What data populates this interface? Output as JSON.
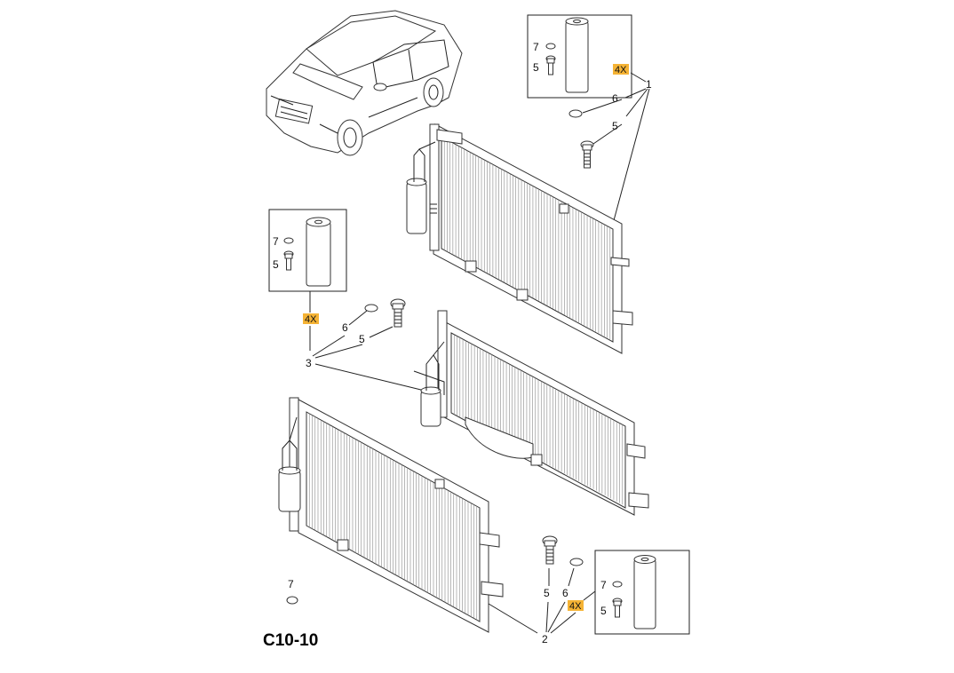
{
  "diagram": {
    "code": "C10-10",
    "badge_text": "4X",
    "badge_color": "#f5b335",
    "callouts": {
      "top_box_7": "7",
      "top_box_5": "5",
      "top_6": "6",
      "top_5": "5",
      "top_1": "1",
      "mid_box_7": "7",
      "mid_box_5": "5",
      "mid_6": "6",
      "mid_5": "5",
      "mid_3": "3",
      "bot_7": "7",
      "bot_5": "5",
      "bot_6": "6",
      "bot_box_7": "7",
      "bot_box_5": "5",
      "bot_2": "2"
    }
  }
}
